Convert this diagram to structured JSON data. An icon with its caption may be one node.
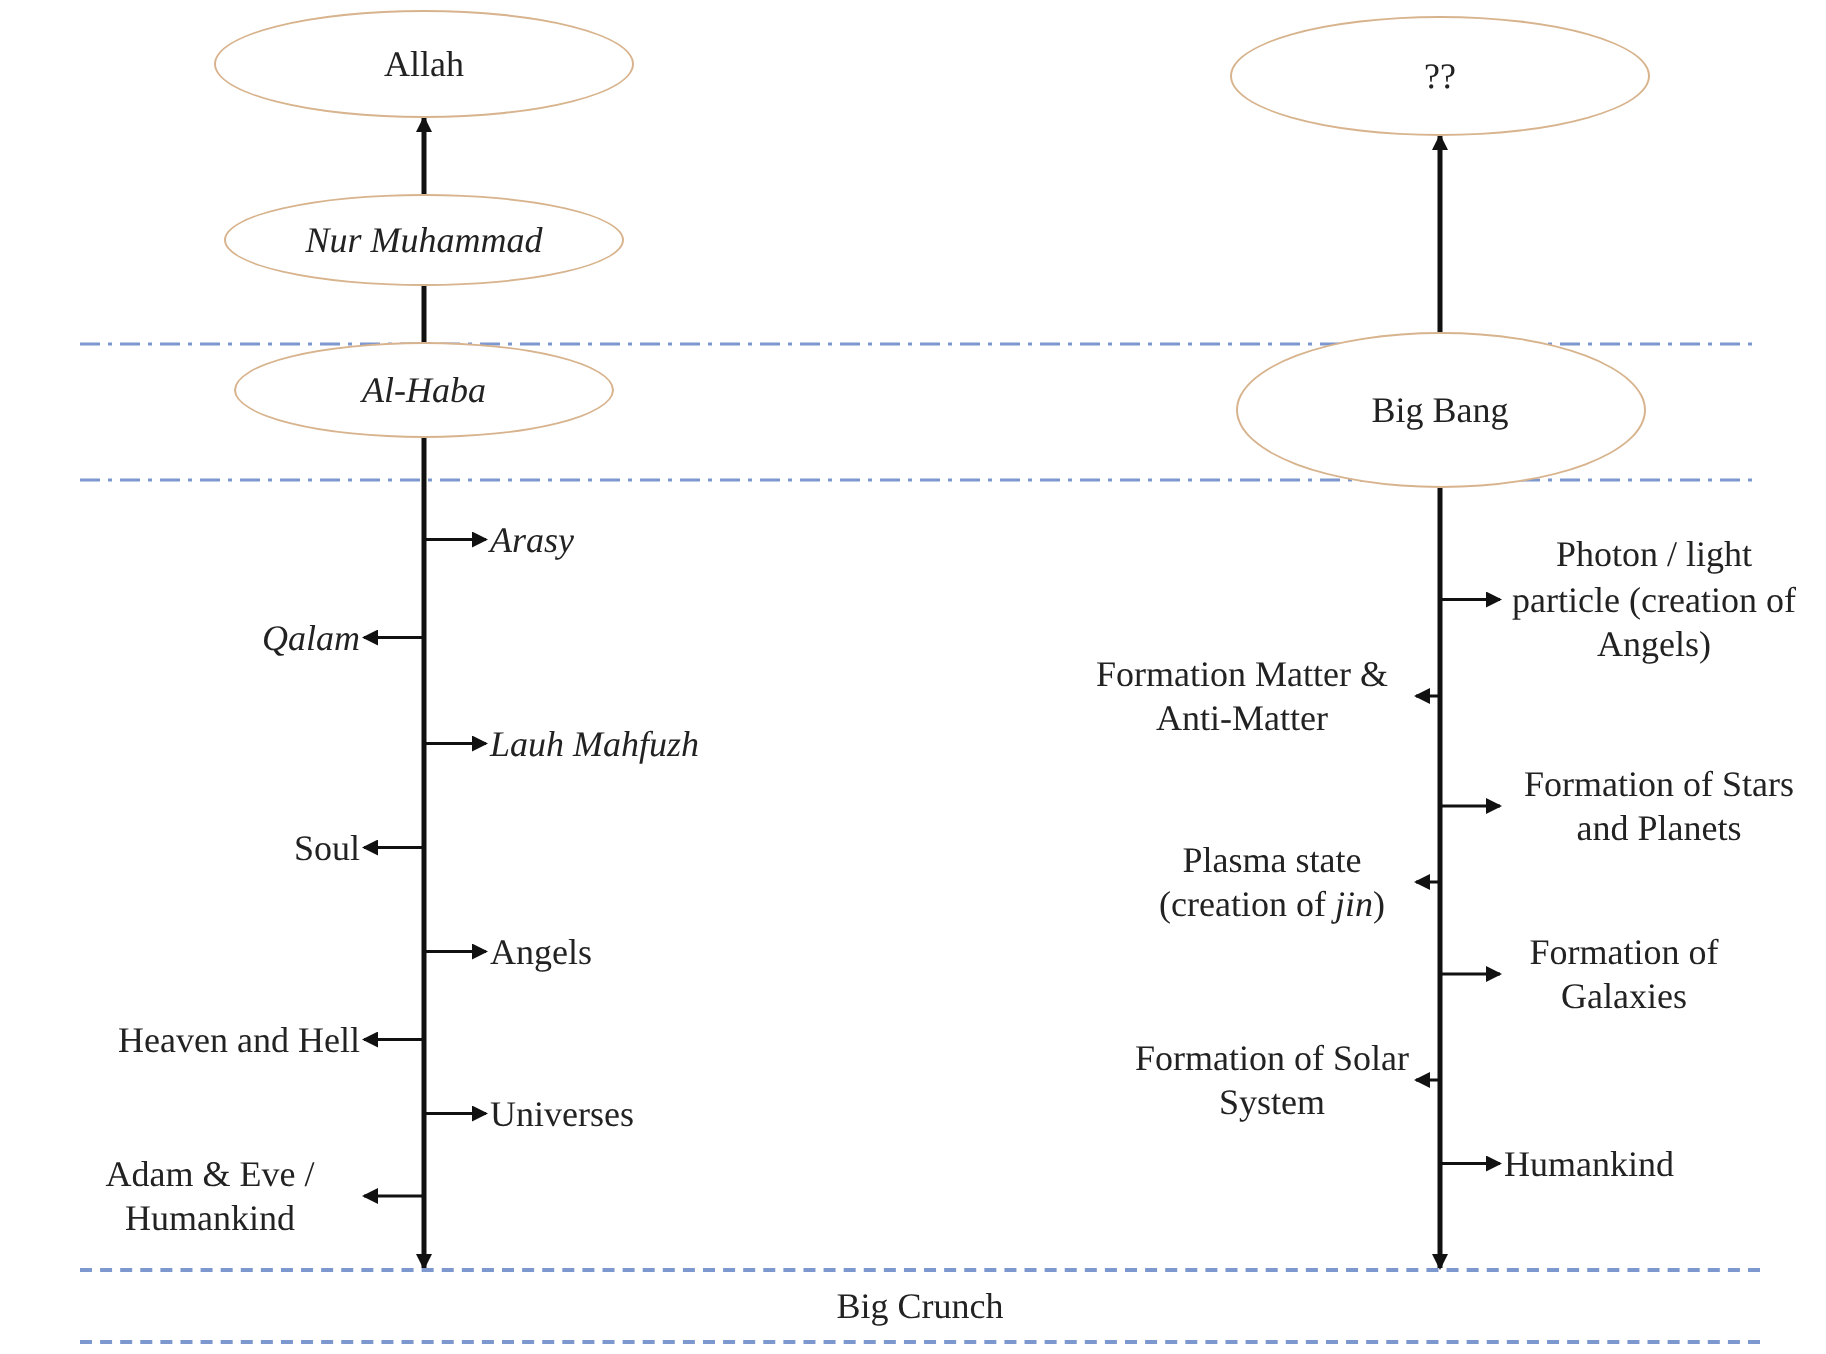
{
  "diagram": {
    "nodes": [
      {
        "text": [
          "Allah"
        ]
      },
      {
        "text": [
          "Nur Muhammad"
        ]
      },
      {
        "text": [
          "Al-Haba"
        ]
      },
      {
        "text": [
          "Arasy"
        ]
      },
      {
        "text": [
          "Qalam"
        ]
      },
      {
        "text": [
          "Lauh Mahfuzh"
        ]
      },
      {
        "text": [
          "Soul"
        ]
      },
      {
        "text": [
          "Angels"
        ]
      },
      {
        "text": [
          "Heaven and Hell"
        ]
      },
      {
        "text": [
          "Universes"
        ]
      },
      {
        "text": [
          "Adam & Eve / Humankind"
        ]
      },
      {
        "text": [
          "??"
        ]
      },
      {
        "text": [
          "Big Bang"
        ]
      },
      {
        "text": [
          "Photon / light particle (creation of Angels)"
        ]
      },
      {
        "text": [
          "Formation Matter & Anti-Matter"
        ]
      },
      {
        "text": [
          "Formation of Stars and Planets"
        ]
      },
      {
        "text": [
          "Plasma state (creation of *jin*)"
        ]
      },
      {
        "text": [
          "Formation of Galaxies"
        ]
      },
      {
        "text": [
          "Formation of Solar System"
        ]
      },
      {
        "text": [
          "Humankind"
        ]
      },
      {
        "text": [
          "Big Crunch"
        ]
      }
    ],
    "edges": [
      {
        "from": 2,
        "to": 1,
        "arrow": "none"
      },
      {
        "from": 1,
        "to": 0,
        "arrow": "to"
      },
      {
        "from": 2,
        "to": 3,
        "arrow": "to"
      },
      {
        "from": 2,
        "to": 4,
        "arrow": "to"
      },
      {
        "from": 2,
        "to": 5,
        "arrow": "to"
      },
      {
        "from": 2,
        "to": 6,
        "arrow": "to"
      },
      {
        "from": 2,
        "to": 7,
        "arrow": "to"
      },
      {
        "from": 2,
        "to": 8,
        "arrow": "to"
      },
      {
        "from": 2,
        "to": 9,
        "arrow": "to"
      },
      {
        "from": 2,
        "to": 10,
        "arrow": "to"
      },
      {
        "from": 2,
        "to": 20,
        "arrow": "to"
      },
      {
        "from": 12,
        "to": 11,
        "arrow": "to"
      },
      {
        "from": 12,
        "to": 13,
        "arrow": "to"
      },
      {
        "from": 12,
        "to": 14,
        "arrow": "to"
      },
      {
        "from": 12,
        "to": 15,
        "arrow": "to"
      },
      {
        "from": 12,
        "to": 16,
        "arrow": "to"
      },
      {
        "from": 12,
        "to": 17,
        "arrow": "to"
      },
      {
        "from": 12,
        "to": 18,
        "arrow": "to"
      },
      {
        "from": 12,
        "to": 19,
        "arrow": "to"
      },
      {
        "from": 12,
        "to": 20,
        "arrow": "to"
      }
    ]
  }
}
